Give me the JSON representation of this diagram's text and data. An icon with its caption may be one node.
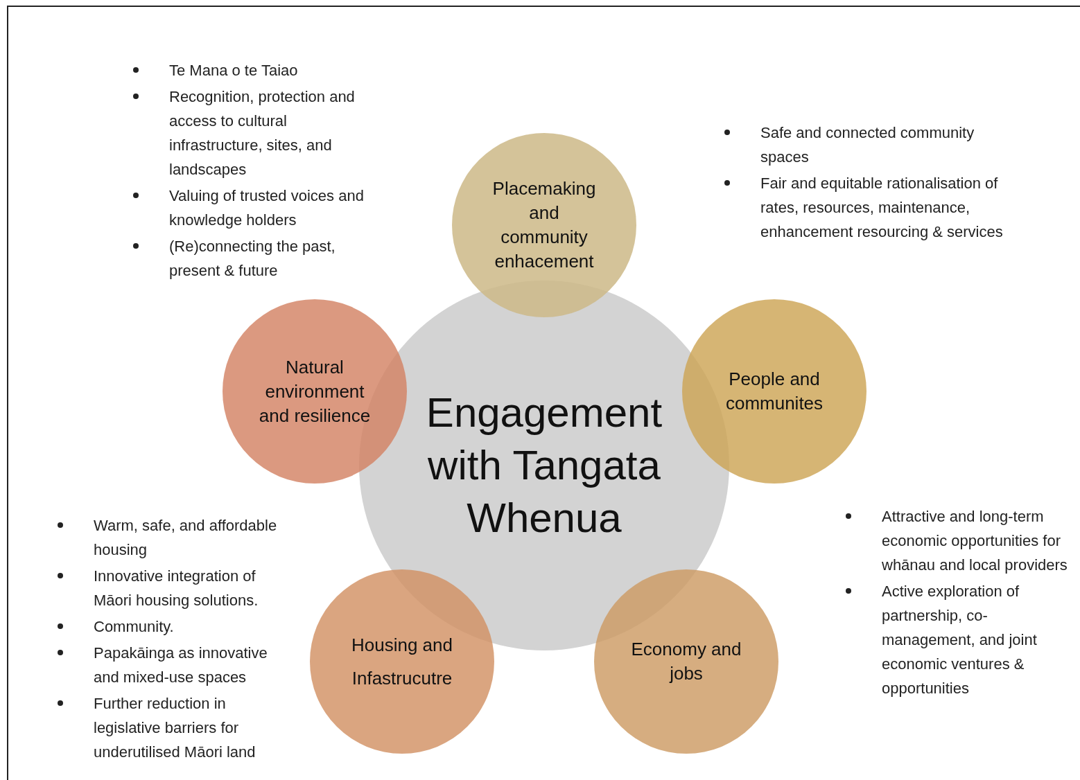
{
  "diagram": {
    "nodes": [
      {
        "text": [
          "Placemaking and community enhacement"
        ]
      },
      {
        "text": [
          "Natural environment and resilience"
        ]
      },
      {
        "text": [
          "Engagement with Tangata Whenua"
        ]
      },
      {
        "text": [
          "People and communites"
        ]
      },
      {
        "text": [
          "Housing and Infastrucutre"
        ]
      },
      {
        "text": [
          "Economy and jobs"
        ]
      }
    ],
    "labels": [
      "Te Mana o te Taiao",
      "Recognition, protection and access to cultural infrastructure, sites, and landscapes",
      "Valuing of trusted voices and knowledge holders",
      "(Re)connecting the past, present & future",
      "Safe and connected community spaces",
      "Fair and equitable rationalisation of rates, resources, maintenance, enhancement resourcing & services",
      "Warm, safe, and affordable housing",
      "Innovative integration of Māori housing solutions.",
      "Community.",
      "Papakāinga as innovative and mixed-use spaces",
      "Further reduction in legislative barriers for underutilised Māori land",
      "Attractive and long-term economic opportunities for whānau and local providers",
      "Active exploration of partnership, co-management, and joint economic ventures & opportunities"
    ]
  }
}
